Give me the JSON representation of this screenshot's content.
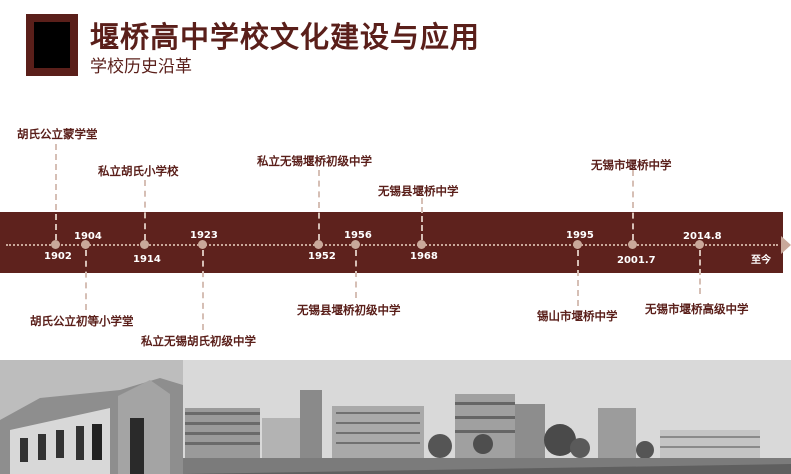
{
  "header": {
    "title": "堰桥高中学校文化建设与应用",
    "subtitle": "学校历史沿革"
  },
  "timeline": {
    "end_label": "至今",
    "years": [
      "1902",
      "1904",
      "1914",
      "1923",
      "1952",
      "1956",
      "1968",
      "1995",
      "2001.7",
      "2014.8"
    ],
    "events_above": [
      "胡氏公立蒙学堂",
      "私立胡氏小学校",
      "私立无锡堰桥初级中学",
      "无锡县堰桥中学",
      "无锡市堰桥中学"
    ],
    "events_below": [
      "胡氏公立初等小学堂",
      "私立无锡胡氏初级中学",
      "无锡县堰桥初级中学",
      "锡山市堰桥中学",
      "无锡市堰桥高级中学"
    ]
  },
  "colors": {
    "brand": "#5e221d",
    "accent": "#c9a89a"
  }
}
